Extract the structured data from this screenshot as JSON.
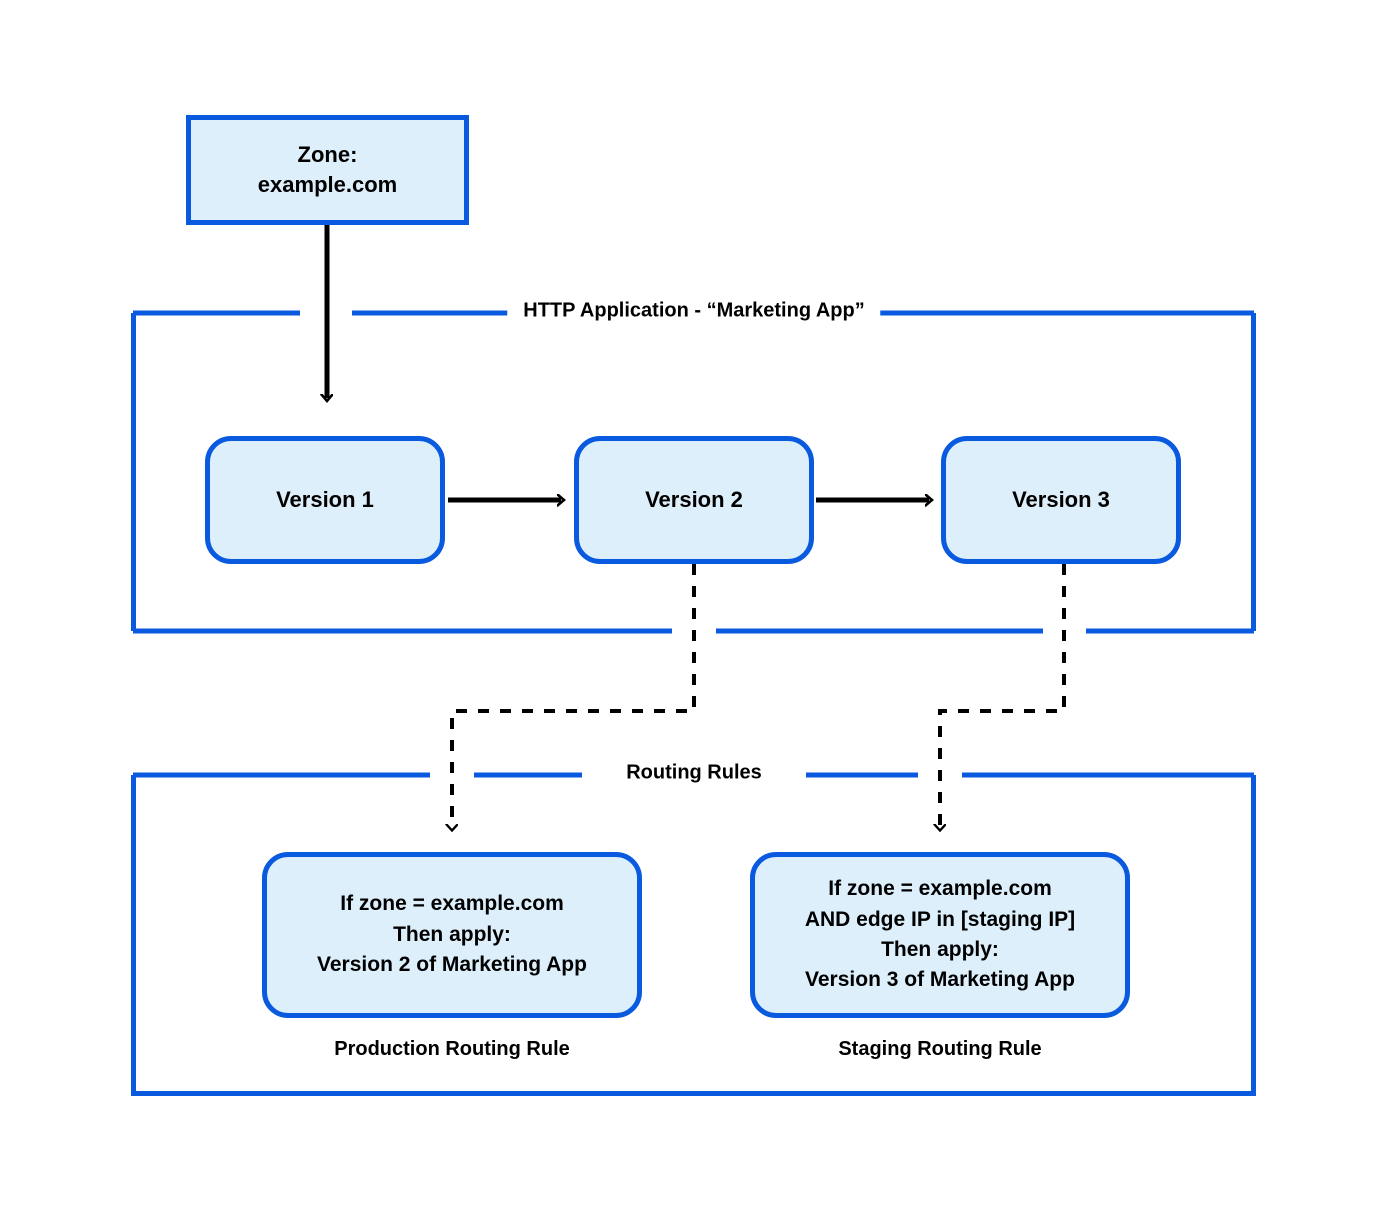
{
  "diagram": {
    "title_context": "Cloudflare HTTP Application versioning and routing rules",
    "colors": {
      "node_fill": "#ddeffb",
      "node_border": "#0a5ae0",
      "group_border": "#0a5ae0",
      "connector": "#000000",
      "text": "#000000",
      "background": "#ffffff"
    }
  },
  "zone": {
    "label": "Zone:\nexample.com"
  },
  "http_application_group": {
    "label": "HTTP Application - “Marketing App”",
    "versions": [
      {
        "id": "version-1",
        "label": "Version 1"
      },
      {
        "id": "version-2",
        "label": "Version 2"
      },
      {
        "id": "version-3",
        "label": "Version 3"
      }
    ]
  },
  "routing_rules_group": {
    "label": "Routing Rules",
    "rules": [
      {
        "id": "production-routing-rule",
        "body": "If zone = example.com\nThen apply:\nVersion 2 of Marketing App",
        "caption": "Production Routing Rule"
      },
      {
        "id": "staging-routing-rule",
        "body": "If zone = example.com\nAND edge IP in [staging IP]\nThen apply:\nVersion 3 of Marketing App",
        "caption": "Staging Routing Rule"
      }
    ]
  },
  "connectors": [
    {
      "id": "zone-to-version-1",
      "style": "solid",
      "direction": "down"
    },
    {
      "id": "version-1-to-version-2",
      "style": "solid",
      "direction": "right"
    },
    {
      "id": "version-2-to-version-3",
      "style": "solid",
      "direction": "right"
    },
    {
      "id": "version-2-to-production-rule",
      "style": "dashed",
      "direction": "down"
    },
    {
      "id": "version-3-to-staging-rule",
      "style": "dashed",
      "direction": "down"
    }
  ]
}
